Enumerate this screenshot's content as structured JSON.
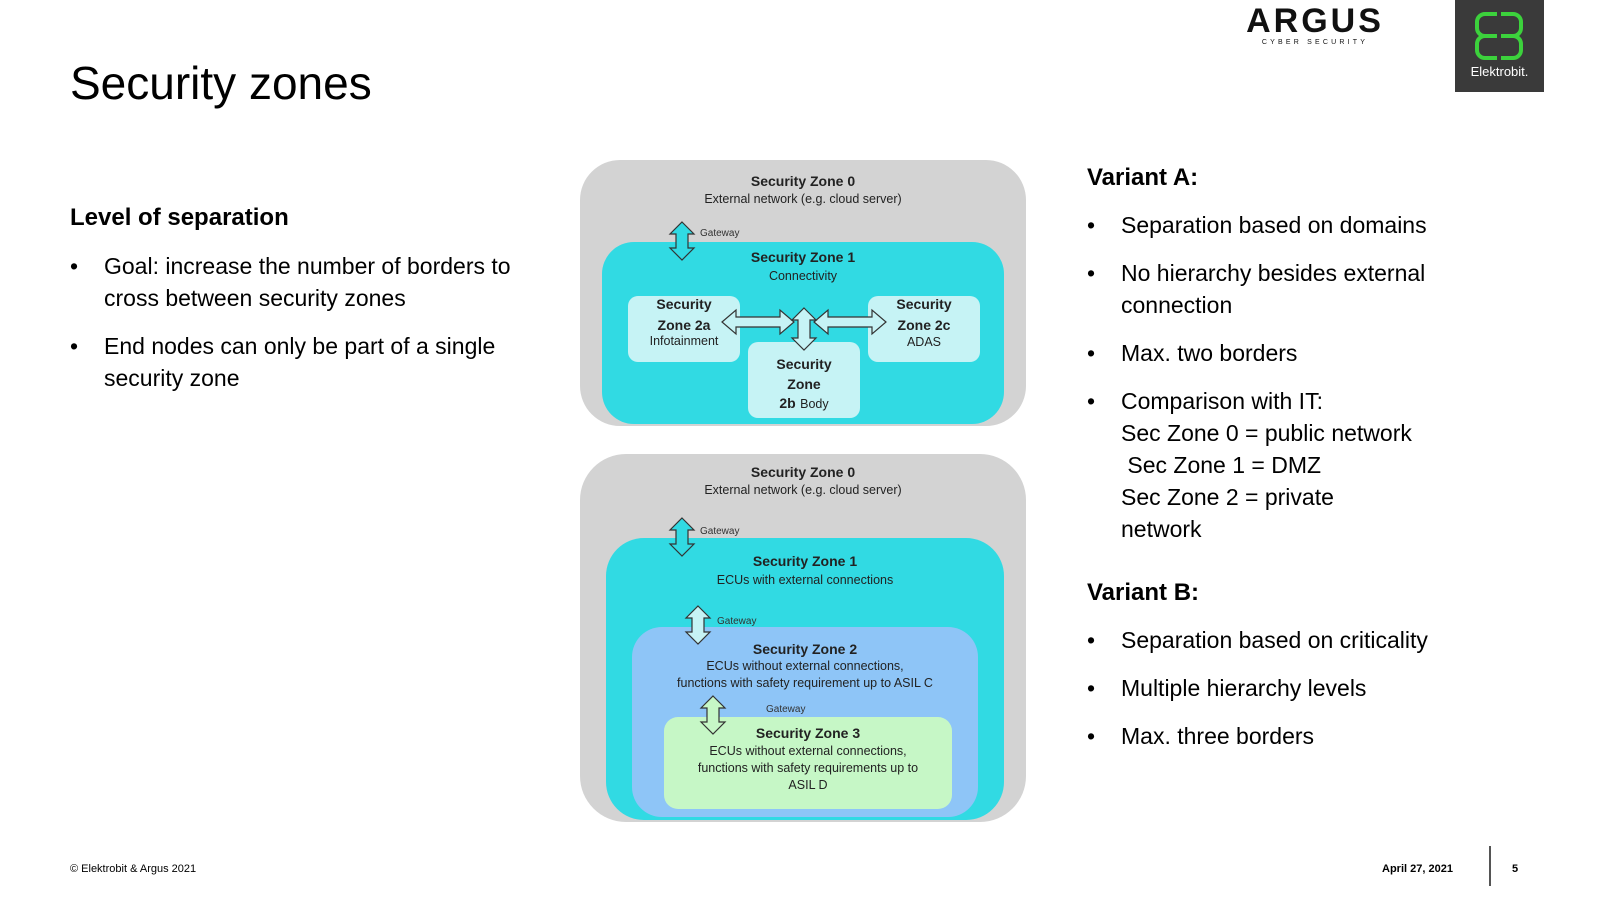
{
  "title": "Security zones",
  "left": {
    "heading": "Level of separation",
    "bullets": [
      "Goal: increase the number of borders to cross between security zones",
      "End nodes can only be part of a single  security zone"
    ]
  },
  "variant_a": {
    "heading": "Variant A:",
    "bullets": [
      "Separation based on domains",
      "No hierarchy besides external connection",
      "Max. two borders",
      "Comparison with IT:\nSec Zone 0 = public network\n Sec Zone 1 = DMZ\nSec Zone 2 = private\nnetwork"
    ]
  },
  "variant_b": {
    "heading": "Variant B:",
    "bullets": [
      "Separation based on criticality",
      "Multiple hierarchy levels",
      "Max. three borders"
    ]
  },
  "bullet_glyph": "•",
  "diagram_a": {
    "zone0_title": "Security Zone 0",
    "zone0_sub": "External network (e.g. cloud server)",
    "gateway": "Gateway",
    "zone1_title": "Security Zone 1",
    "zone1_sub": "Connectivity",
    "zone2a_title": "Security\nZone 2a",
    "zone2a_sub": "Infotainment",
    "zone2c_title": "Security\nZone 2c",
    "zone2c_sub": "ADAS",
    "zone2b_title": "Security\nZone",
    "zone2b_id": "2b",
    "zone2b_sub": "Body"
  },
  "diagram_b": {
    "zone0_title": "Security Zone 0",
    "zone0_sub": "External network (e.g. cloud server)",
    "gateway1": "Gateway",
    "zone1_title": "Security Zone 1",
    "zone1_sub": "ECUs with external connections",
    "gateway2": "Gateway",
    "zone2_title": "Security Zone 2",
    "zone2_sub": "ECUs without external connections,\nfunctions with safety requirement up to ASIL C",
    "gateway3": "Gateway",
    "zone3_title": "Security Zone 3",
    "zone3_sub": "ECUs without external connections,\nfunctions with safety requirements up to\nASIL D"
  },
  "logos": {
    "argus_word": "ARGUS",
    "argus_sub": "CYBER SECURITY",
    "elektrobit_name": "Elektrobit."
  },
  "footer": {
    "copyright": "© Elektrobit & Argus 2021",
    "date": "April 27, 2021",
    "page": "5"
  },
  "colors": {
    "zone0": "#d3d3d3",
    "zone1": "#31dae3",
    "zone2_sub": "#c6f3f5",
    "zone2": "#8ec5f7",
    "zone3": "#c6f7c6",
    "eb_green": "#3cd23c",
    "eb_bg": "#3a3a3a"
  }
}
